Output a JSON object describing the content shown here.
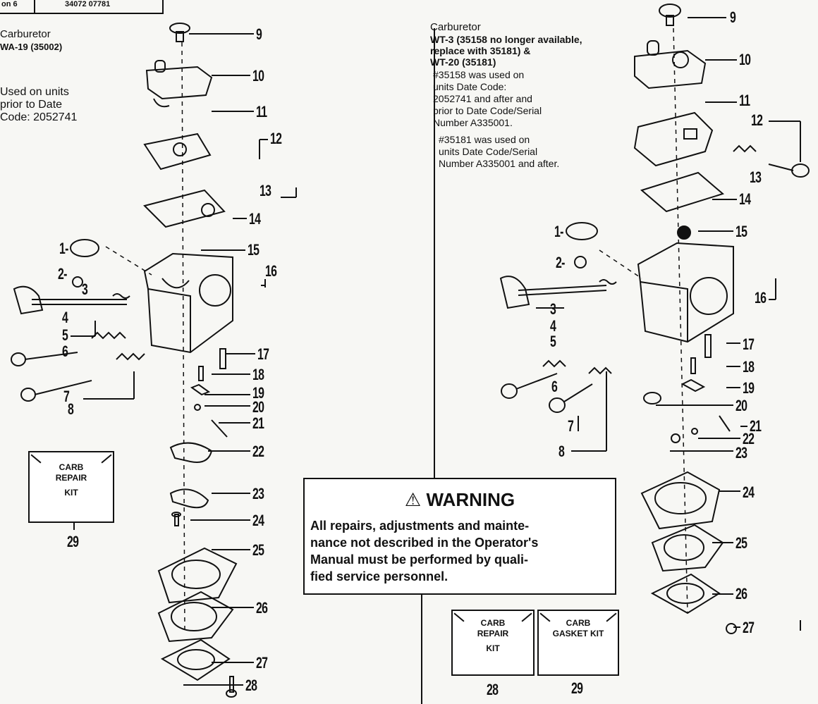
{
  "header": {
    "label_a": "on 6",
    "label_b": "34072 07781"
  },
  "left": {
    "title": "Carburetor",
    "model": "WA-19 (35002)",
    "note_line1": "Used on units",
    "note_line2": "prior to Date",
    "note_line3": "Code: 2052741",
    "kit_line1": "CARB",
    "kit_line2": "REPAIR",
    "kit_line3": "KIT",
    "kit_number": "29",
    "callouts": [
      "9",
      "10",
      "11",
      "12",
      "13",
      "14",
      "1-",
      "15",
      "2-",
      "16",
      "3",
      "4",
      "5",
      "6",
      "7",
      "8",
      "17",
      "18",
      "19",
      "20",
      "21",
      "22",
      "23",
      "24",
      "25",
      "26",
      "27",
      "28"
    ]
  },
  "right": {
    "title": "Carburetor",
    "model_line1": "WT-3 (35158 no longer available,",
    "model_line2": "replace with 35181) &",
    "model_line3": "WT-20 (35181)",
    "note1_line1": "#35158 was used on",
    "note1_line2": "units Date Code:",
    "note1_line3": "2052741 and after and",
    "note1_line4": "prior to Date Code/Serial",
    "note1_line5": "Number A335001.",
    "note2_line1": "#35181 was used on",
    "note2_line2": "units Date Code/Serial",
    "note2_line3": "Number A335001 and after.",
    "repair_kit_line1": "CARB",
    "repair_kit_line2": "REPAIR",
    "repair_kit_line3": "KIT",
    "repair_kit_number": "28",
    "gasket_kit_line1": "CARB",
    "gasket_kit_line2": "GASKET KIT",
    "gasket_kit_number": "29",
    "callouts": [
      "9",
      "10",
      "11",
      "12",
      "13",
      "14",
      "1-",
      "15",
      "2-",
      "16",
      "3",
      "4",
      "5",
      "6",
      "7",
      "8",
      "17",
      "18",
      "19",
      "20",
      "21",
      "22",
      "23",
      "24",
      "25",
      "26",
      "27"
    ]
  },
  "warning": {
    "title": "WARNING",
    "line1": "All repairs, adjustments and mainte-",
    "line2": "nance not described in the Operator's",
    "line3": "Manual must be performed by quali-",
    "line4": "fied service personnel."
  }
}
